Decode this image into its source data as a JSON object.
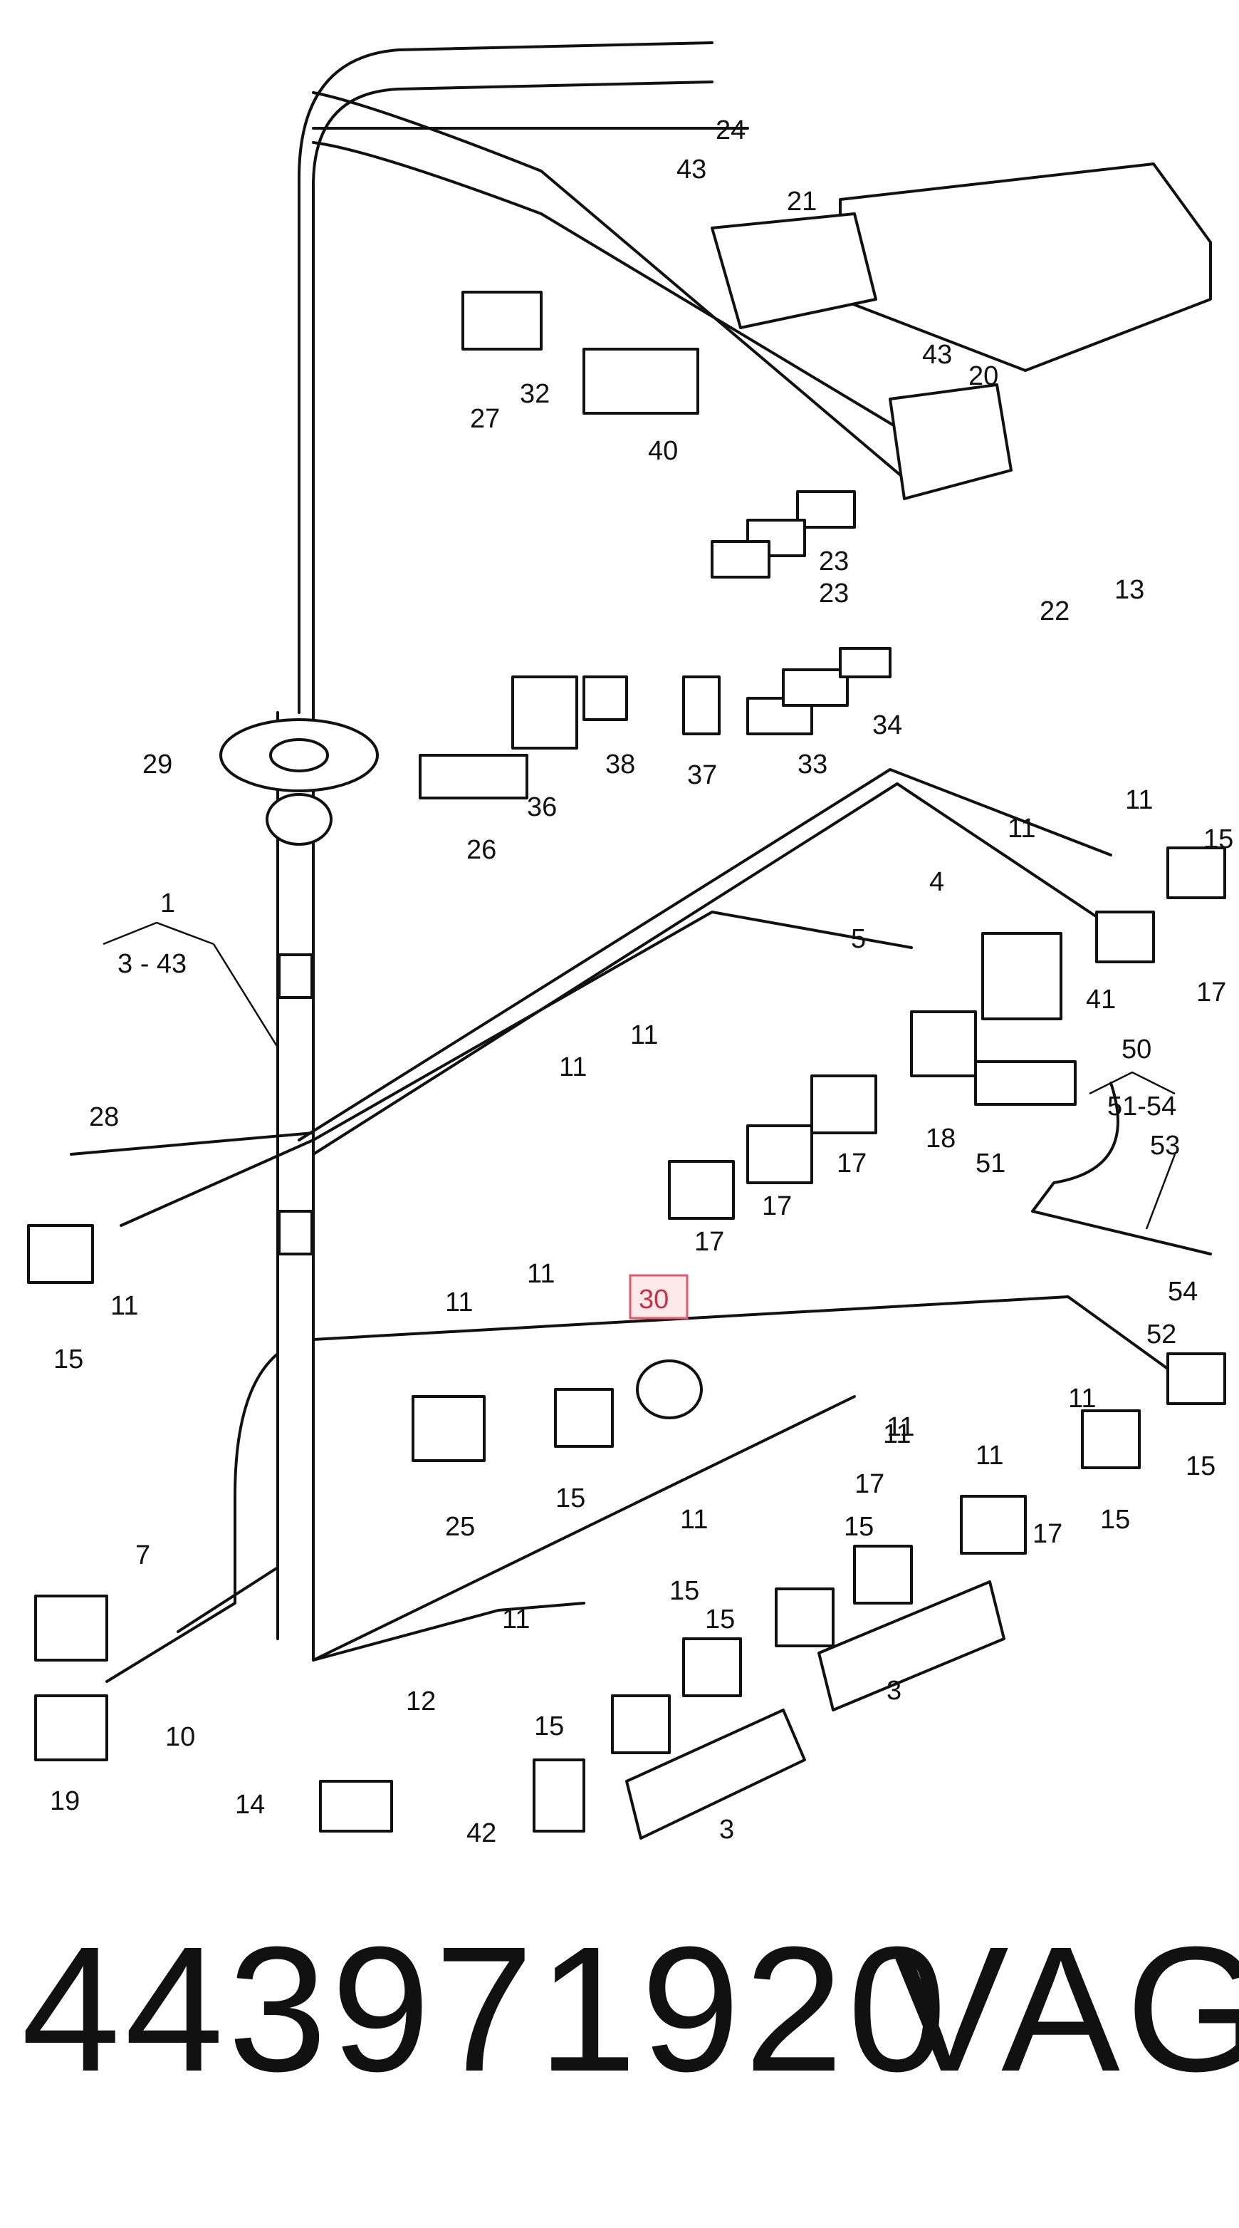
{
  "diagram": {
    "callouts": [
      {
        "id": "c24",
        "text": "24"
      },
      {
        "id": "c43a",
        "text": "43"
      },
      {
        "id": "c21",
        "text": "21"
      },
      {
        "id": "c43b",
        "text": "43"
      },
      {
        "id": "c20",
        "text": "20"
      },
      {
        "id": "c32",
        "text": "32"
      },
      {
        "id": "c27",
        "text": "27"
      },
      {
        "id": "c40",
        "text": "40"
      },
      {
        "id": "c23a",
        "text": "23"
      },
      {
        "id": "c23b",
        "text": "23"
      },
      {
        "id": "c22",
        "text": "22"
      },
      {
        "id": "c13",
        "text": "13"
      },
      {
        "id": "c34",
        "text": "34"
      },
      {
        "id": "c33",
        "text": "33"
      },
      {
        "id": "c38",
        "text": "38"
      },
      {
        "id": "c37",
        "text": "37"
      },
      {
        "id": "c29",
        "text": "29"
      },
      {
        "id": "c36",
        "text": "36"
      },
      {
        "id": "c26",
        "text": "26"
      },
      {
        "id": "c1",
        "text": "1"
      },
      {
        "id": "c3-43",
        "text": "3 - 43"
      },
      {
        "id": "c11a",
        "text": "11"
      },
      {
        "id": "c15a",
        "text": "15"
      },
      {
        "id": "c11b",
        "text": "11"
      },
      {
        "id": "c17a",
        "text": "17"
      },
      {
        "id": "c4",
        "text": "4"
      },
      {
        "id": "c5",
        "text": "5"
      },
      {
        "id": "c41",
        "text": "41"
      },
      {
        "id": "c18",
        "text": "18"
      },
      {
        "id": "c50",
        "text": "50"
      },
      {
        "id": "c51-54",
        "text": "51-54"
      },
      {
        "id": "c51",
        "text": "51"
      },
      {
        "id": "c53",
        "text": "53"
      },
      {
        "id": "c54",
        "text": "54"
      },
      {
        "id": "c52",
        "text": "52"
      },
      {
        "id": "c11c",
        "text": "11"
      },
      {
        "id": "c11d",
        "text": "11"
      },
      {
        "id": "c17b",
        "text": "17"
      },
      {
        "id": "c17c",
        "text": "17"
      },
      {
        "id": "c17d",
        "text": "17"
      },
      {
        "id": "c28",
        "text": "28"
      },
      {
        "id": "c11e",
        "text": "11"
      },
      {
        "id": "c15b",
        "text": "15"
      },
      {
        "id": "c11f",
        "text": "11"
      },
      {
        "id": "c30",
        "text": "30"
      },
      {
        "id": "c11g",
        "text": "11"
      },
      {
        "id": "c25",
        "text": "25"
      },
      {
        "id": "c15c",
        "text": "15"
      },
      {
        "id": "c11h",
        "text": "11"
      },
      {
        "id": "c15d",
        "text": "15"
      },
      {
        "id": "c11i",
        "text": "11"
      },
      {
        "id": "c11j",
        "text": "11"
      },
      {
        "id": "c15e",
        "text": "15"
      },
      {
        "id": "c11k",
        "text": "11"
      },
      {
        "id": "c17e",
        "text": "17"
      },
      {
        "id": "c17f",
        "text": "17"
      },
      {
        "id": "c7",
        "text": "7"
      },
      {
        "id": "c11l",
        "text": "11"
      },
      {
        "id": "c15f",
        "text": "15"
      },
      {
        "id": "c15g",
        "text": "15"
      },
      {
        "id": "c15h",
        "text": "15"
      },
      {
        "id": "c11m",
        "text": "11"
      },
      {
        "id": "c3a",
        "text": "3"
      },
      {
        "id": "c10",
        "text": "10"
      },
      {
        "id": "c19",
        "text": "19"
      },
      {
        "id": "c12",
        "text": "12"
      },
      {
        "id": "c15i",
        "text": "15"
      },
      {
        "id": "c3b",
        "text": "3"
      },
      {
        "id": "c14",
        "text": "14"
      },
      {
        "id": "c42",
        "text": "42"
      }
    ],
    "highlighted_callout": "30"
  },
  "footer": {
    "part_number": "443971920",
    "brand": "VAG"
  }
}
